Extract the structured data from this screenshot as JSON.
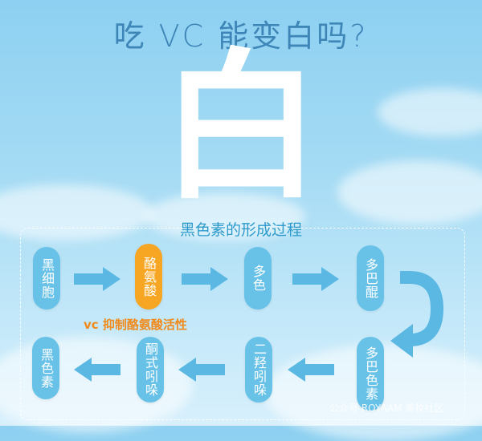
{
  "title": "吃 VC 能变白吗?",
  "big_character": "白",
  "process_title": "黑色素的形成过程",
  "nodes": {
    "melanocyte": "黑细胞",
    "tyrosine": "酪氨酸",
    "dopa": "多色",
    "dopaquinone": "多巴醌",
    "dopachrome": "多巴色素",
    "dihydroxyindole": "二羟吲哚",
    "indolequinone": "酮式吲哚",
    "melanin": "黑色素"
  },
  "annotation": "vc 抑制酪氨酸活性",
  "watermark": "公众号 ROYAAM 美妆社区",
  "colors": {
    "pill": "#68c2e8",
    "highlight": "#f6a623",
    "arrow": "#5ab8e3",
    "title": "#3f86b8"
  }
}
